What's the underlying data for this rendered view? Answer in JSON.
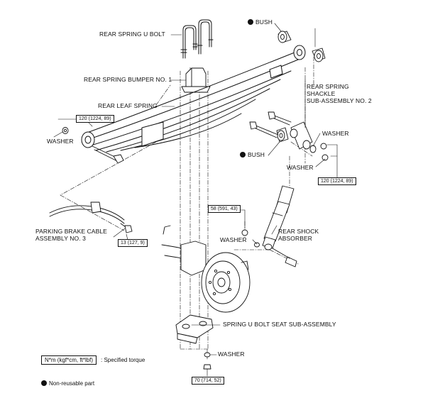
{
  "labels": {
    "rear_spring_u_bolt": "REAR SPRING U BOLT",
    "rear_spring_bumper": "REAR SPRING BUMPER NO. 1",
    "rear_leaf_spring": "REAR LEAF SPRING",
    "washer_left": "WASHER",
    "bush_top": "BUSH",
    "shackle_line1": "REAR SPRING",
    "shackle_line2": "SHACKLE",
    "shackle_line3": "SUB-ASSEMBLY NO. 2",
    "washer_right1": "WASHER",
    "bush_mid": "BUSH",
    "washer_right2": "WASHER",
    "parking_line1": "PARKING BRAKE CABLE",
    "parking_line2": "ASSEMBLY NO. 3",
    "washer_shock": "WASHER",
    "shock_line1": "REAR SHOCK",
    "shock_line2": "ABSORBER",
    "u_bolt_seat": "SPRING U BOLT SEAT SUB-ASSEMBLY",
    "washer_bottom": "WASHER"
  },
  "torques": {
    "left_spring": "120 (1224, 89)",
    "shackle": "120 (1224, 89)",
    "parking_brake": "13 (127, 9)",
    "shock_upper": "58 (591, 43)",
    "u_bolt_nut": "70 (714, 52)"
  },
  "legend": {
    "torque_unit": "N*m (kgf*cm, ft*lbf)",
    "torque_desc": ": Specified torque",
    "non_reusable": "Non-reusable part"
  },
  "colors": {
    "line": "#111111",
    "fill": "#ffffff"
  }
}
